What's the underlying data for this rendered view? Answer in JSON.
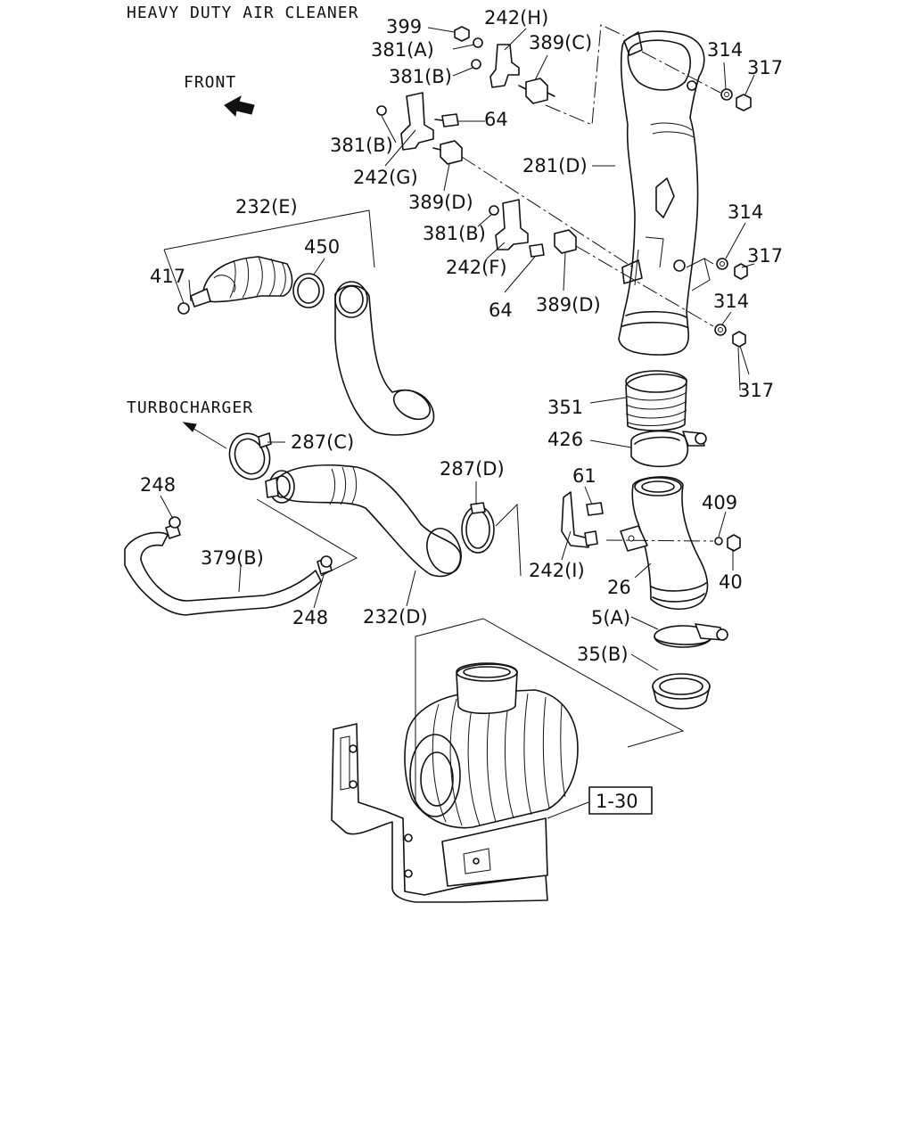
{
  "title": "HEAVY DUTY AIR CLEANER",
  "direction_labels": {
    "front": "FRONT",
    "turbocharger": "TURBOCHARGER"
  },
  "callouts": [
    "399",
    "242(H)",
    "381(A)",
    "389(C)",
    "381(B)",
    "314",
    "317",
    "64",
    "381(B)",
    "242(G)",
    "281(D)",
    "389(D)",
    "232(E)",
    "381(B)",
    "314",
    "450",
    "317",
    "417",
    "242(F)",
    "64",
    "389(D)",
    "314",
    "317",
    "351",
    "426",
    "287(C)",
    "61",
    "287(D)",
    "409",
    "248",
    "379(B)",
    "242(I)",
    "40",
    "26",
    "248",
    "232(D)",
    "5(A)",
    "35(B)"
  ],
  "reference_box": "1-30"
}
